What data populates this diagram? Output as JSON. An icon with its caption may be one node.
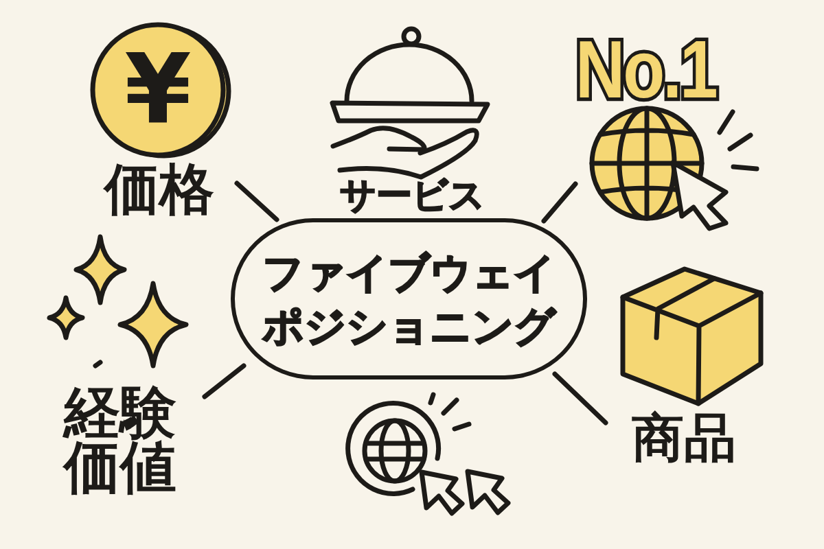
{
  "diagram": {
    "nodes": [
      {
        "text": [
          "¥",
          "価格"
        ]
      },
      {
        "text": [
          "サービス"
        ]
      },
      {
        "text": [
          "No.1"
        ]
      },
      {
        "text": [
          "ファイブウェイポジショニング"
        ]
      },
      {
        "text": [
          "経験価値"
        ]
      },
      {
        "text": [
          "商品"
        ]
      },
      {
        "text": [],
        "shape": "picture"
      }
    ],
    "edges": [
      {
        "from": 3,
        "to": 0,
        "arrow": "none"
      },
      {
        "from": 3,
        "to": 2,
        "arrow": "none"
      },
      {
        "from": 3,
        "to": 4,
        "arrow": "none"
      },
      {
        "from": 3,
        "to": 5,
        "arrow": "none"
      }
    ]
  }
}
